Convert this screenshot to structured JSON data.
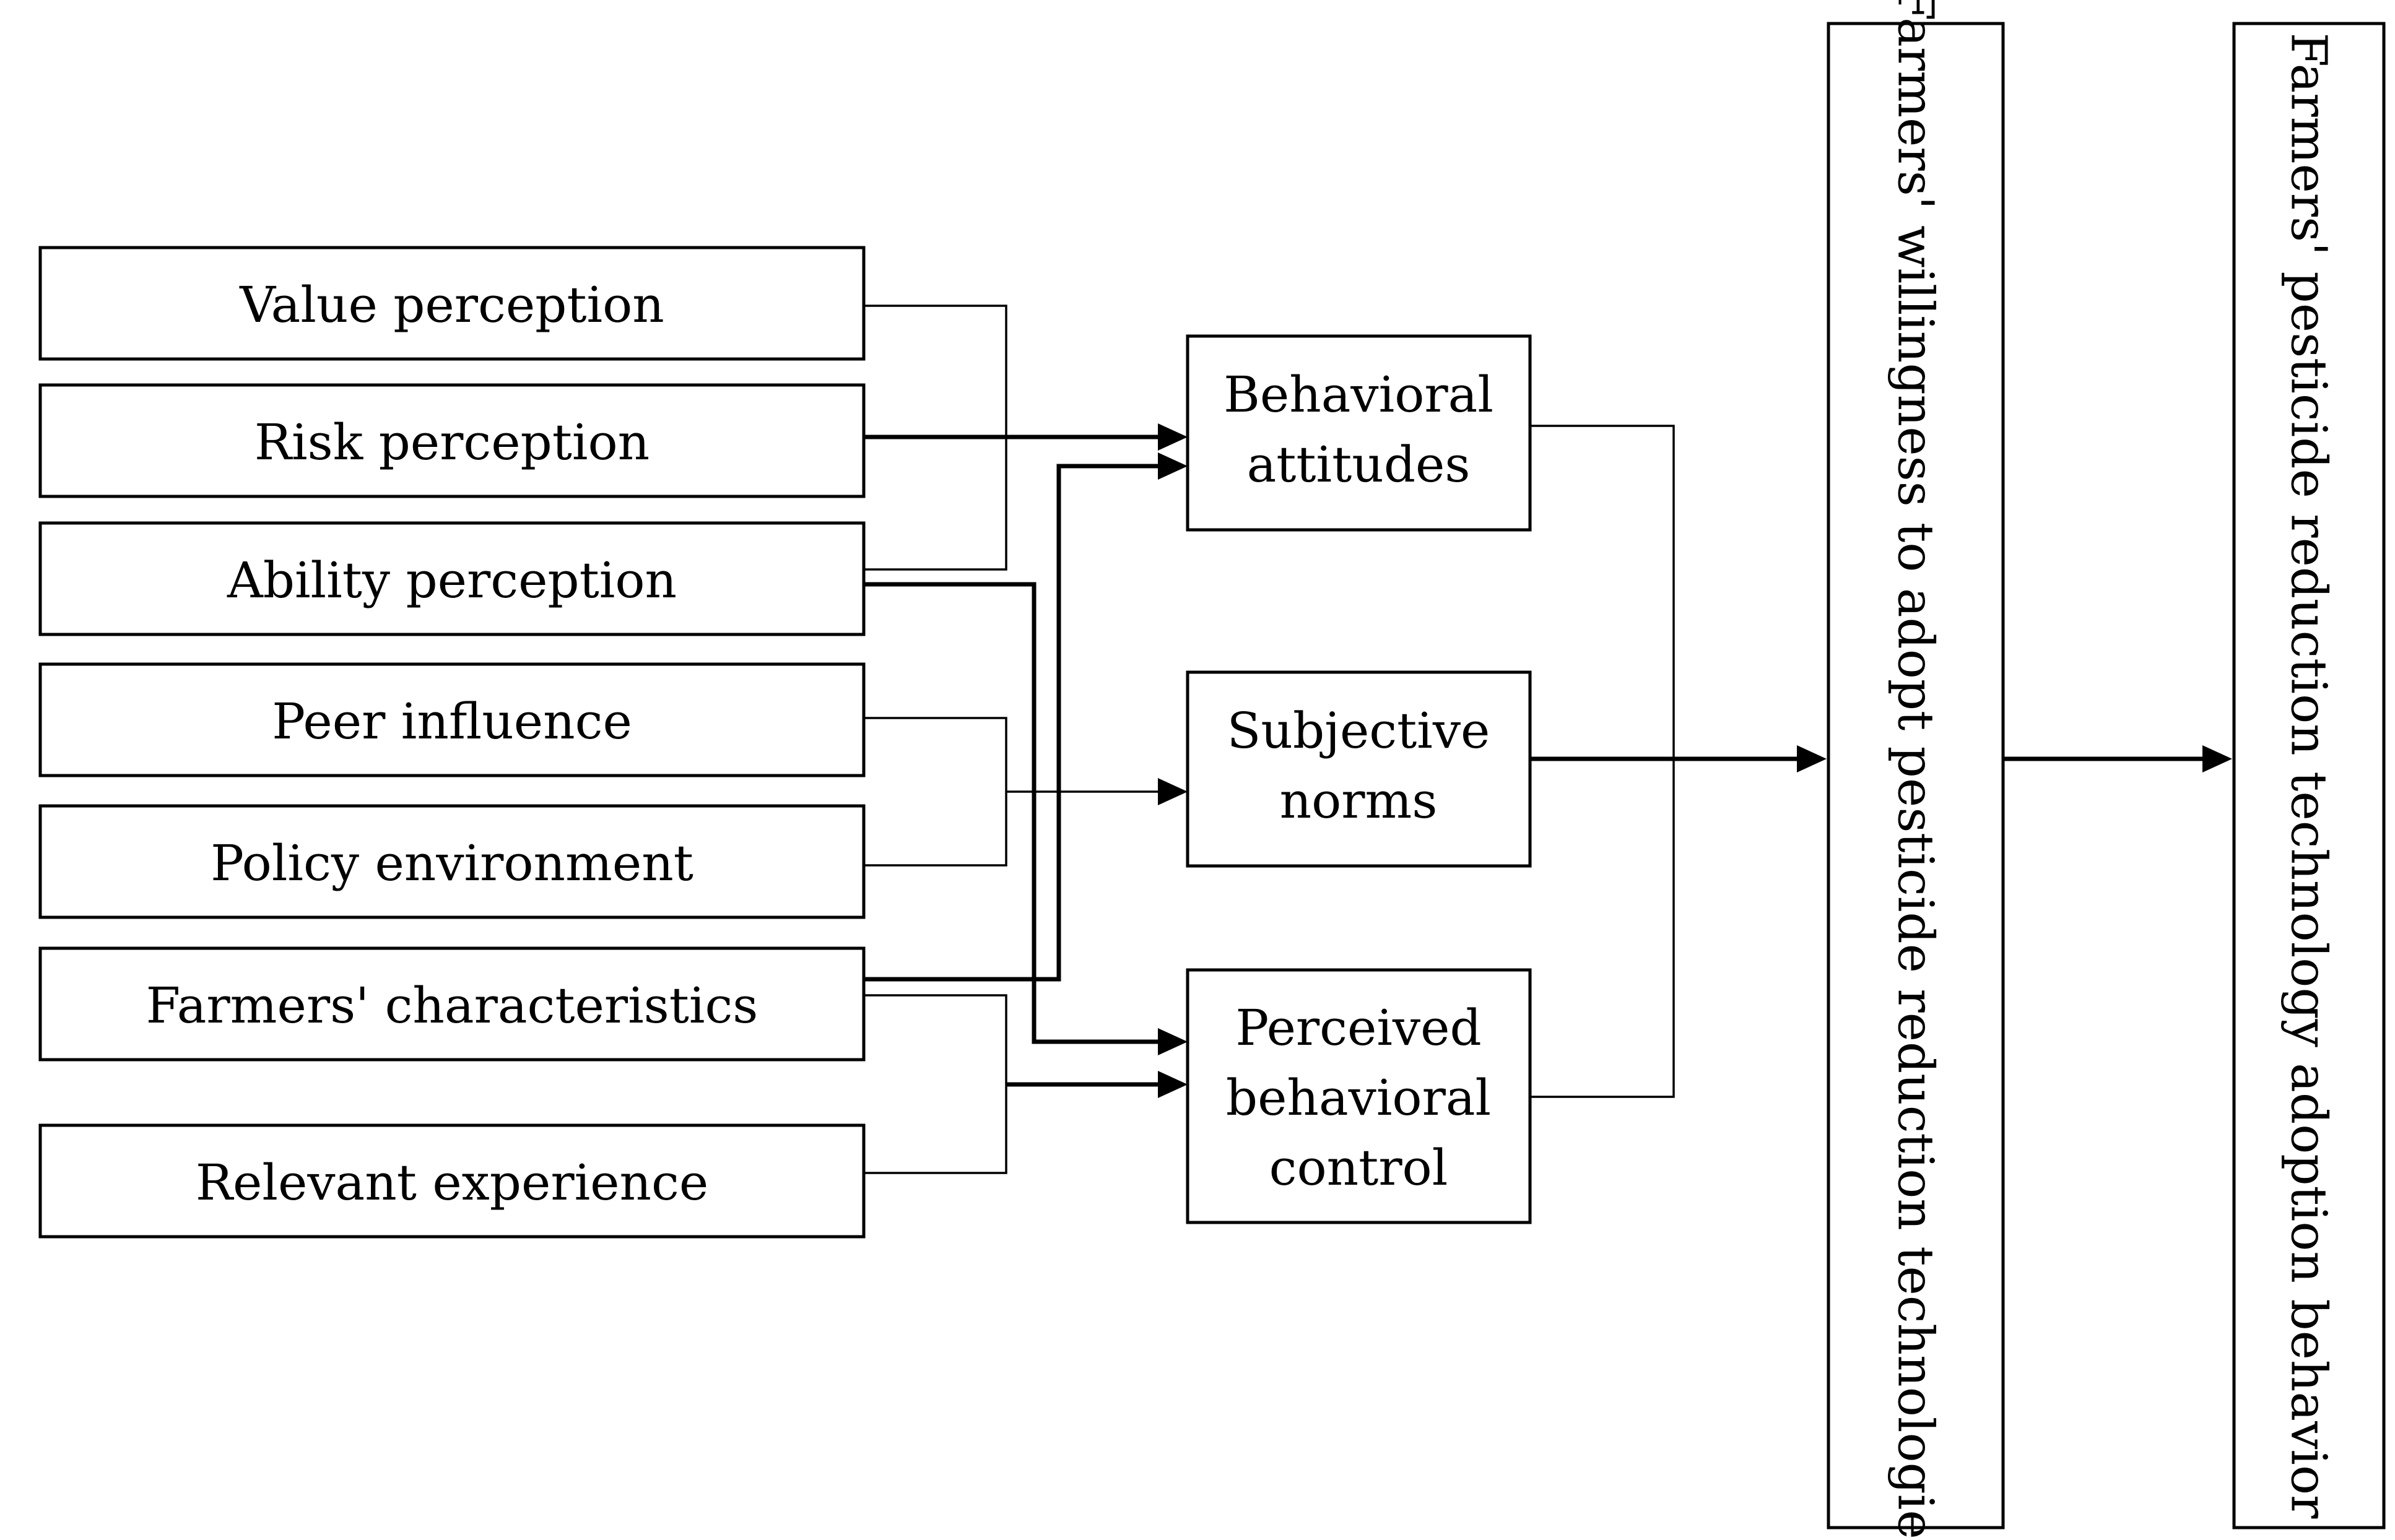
{
  "factors": {
    "value_perception": "Value perception",
    "risk_perception": "Risk perception",
    "ability_perception": "Ability perception",
    "peer_influence": "Peer influence",
    "policy_environment": "Policy environment",
    "farmers_characteristics": "Farmers' characteristics",
    "relevant_experience": "Relevant experience"
  },
  "constructs": {
    "behavioral_attitudes": [
      "Behavioral",
      "attitudes"
    ],
    "subjective_norms": [
      "Subjective",
      "norms"
    ],
    "perceived_behavioral_control": [
      "Perceived",
      "behavioral",
      "control"
    ]
  },
  "outcomes": {
    "willingness": "Farmers' willingness to adopt pesticide reduction technologies",
    "behavior": "Farmers' pesticide reduction technology adoption behavior"
  }
}
